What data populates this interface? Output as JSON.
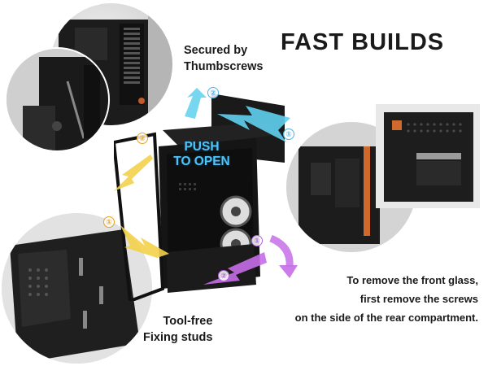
{
  "header": {
    "title": "FAST BUILDS"
  },
  "captions": {
    "thumbscrews_line1": "Secured by",
    "thumbscrews_line2": "Thumbscrews",
    "toolfree_line1": "Tool-free",
    "toolfree_line2": "Fixing studs",
    "remove_line1": "To remove the front glass,",
    "remove_line2": "first remove the screws",
    "remove_line3": "on the side of the rear compartment."
  },
  "overlay": {
    "push_line1": "PUSH",
    "push_line2": "TO OPEN"
  },
  "steps": {
    "blue_1": "①",
    "blue_2": "②",
    "yellow_1": "①",
    "yellow_2": "②",
    "purple_1": "①",
    "purple_2": "②"
  },
  "colors": {
    "title": "#1a1a1a",
    "arrow_blue": "#5fd0ef",
    "arrow_yellow": "#f3d24a",
    "arrow_purple": "#c66ee8",
    "case_dark": "#1b1b1b"
  }
}
